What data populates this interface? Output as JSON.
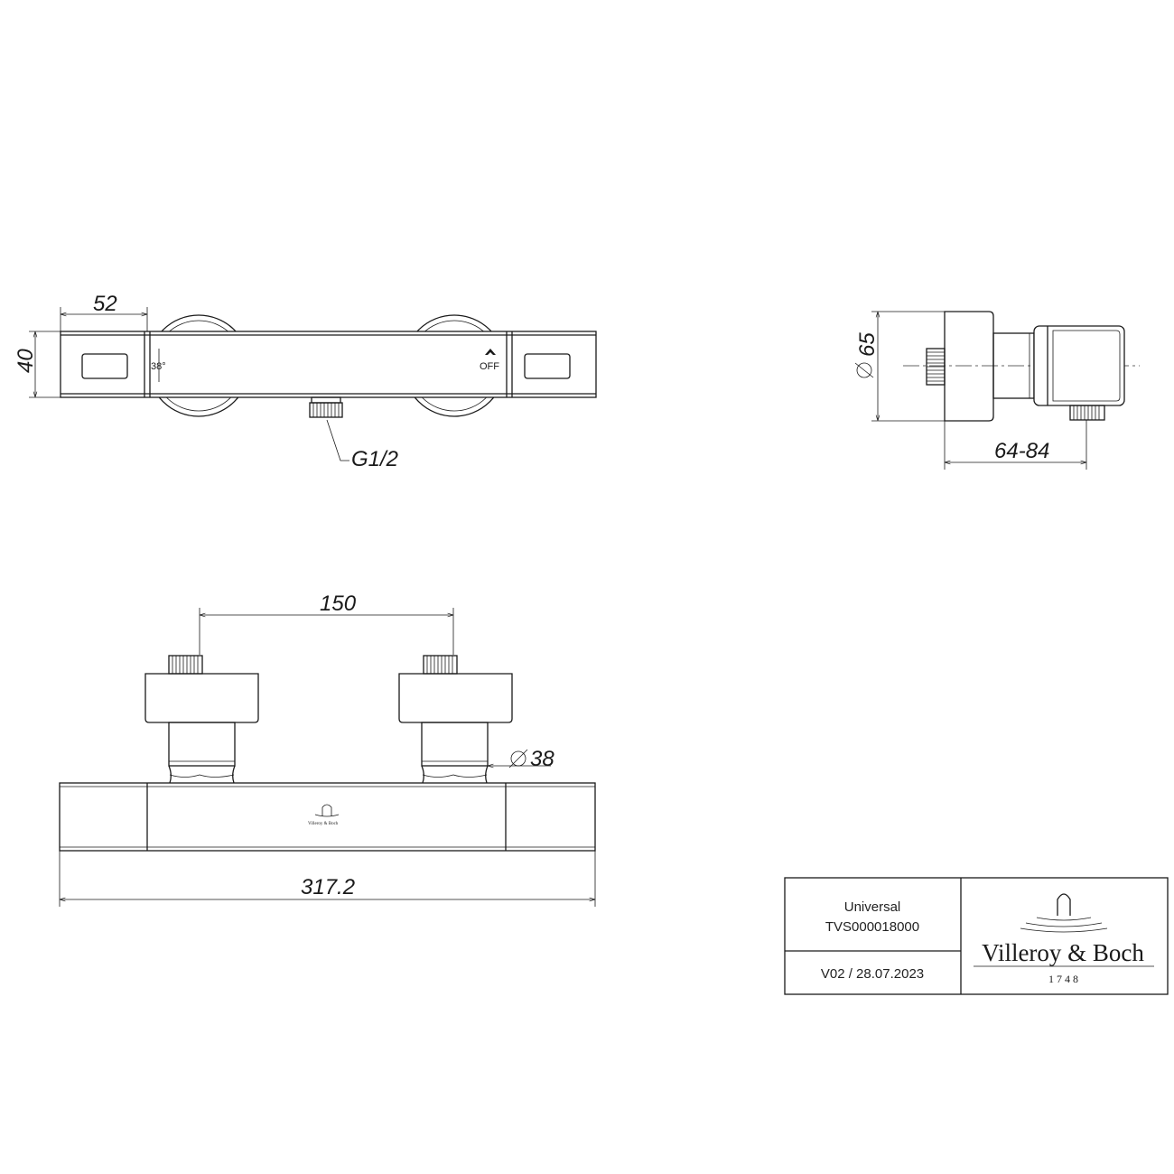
{
  "dimensions": {
    "top_width_52": "52",
    "top_height_40": "40",
    "thread_label": "G1/2",
    "diameter_65": "65",
    "depth_range": "64-84",
    "spacing_150": "150",
    "diameter_38": "38",
    "overall_length": "317.2"
  },
  "product_markings": {
    "temperature_stop": "38°",
    "off_label": "OFF",
    "front_logo_text": "Villeroy & Boch"
  },
  "title_block": {
    "product_name": "Universal",
    "article_number": "TVS000018000",
    "version_date": "V02 / 28.07.2023",
    "brand_name": "Villeroy & Boch",
    "brand_year": "1748"
  },
  "icons": {
    "diameter_symbol": "diameter-icon",
    "brand_symbol": "tap-waves-logo-icon"
  }
}
